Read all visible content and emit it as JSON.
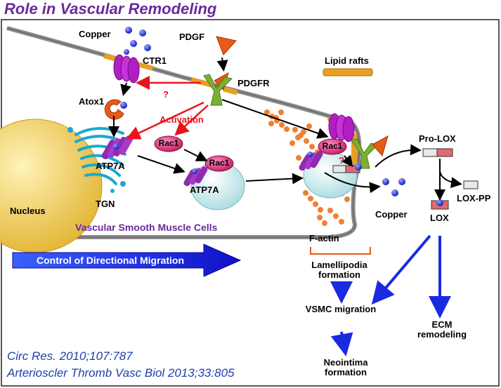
{
  "title": "Role in Vascular Remodeling",
  "labels": {
    "copper_top": "Copper",
    "ctr1": "CTR1",
    "pdgf": "PDGF",
    "pdgfr": "PDGFR",
    "lipid_rafts": "Lipid rafts",
    "atox1": "Atox1",
    "question1": "?",
    "question2": "?",
    "activation": "Activation",
    "rac1_a": "Rac1",
    "rac1_b": "Rac1",
    "rac1_c": "Rac1",
    "atp7a_a": "ATP7A",
    "atp7a_b": "ATP7A",
    "tgn": "TGN",
    "nucleus": "Nucleus",
    "vsmc_cells": "Vascular Smooth Muscle Cells",
    "f_actin": "F-actin",
    "copper_right": "Copper",
    "pro_lox": "Pro-LOX",
    "lox_pp": "LOX-PP",
    "lox": "LOX",
    "directional_migration": "Control of Directional Migration",
    "lamellipodia": "Lamellipodia formation",
    "vsmc_migration": "VSMC migration",
    "ecm_remodeling": "ECM remodeling",
    "neointima": "Neointima formation"
  },
  "citations": [
    "Circ Res. 2010;107:787",
    "Arterioscler Thromb Vasc Biol 2013;33:805"
  ],
  "colors": {
    "title": "#6a2a9c",
    "membrane": "#8c8c8c",
    "lipid_raft": "#e8a020",
    "ctr1": "#b11fc4",
    "atp7a": "#8e2bb0",
    "pdgfr": "#7cb030",
    "pdgf": "#e85a18",
    "rac1": "#e0307a",
    "copper": "#2a3ad8",
    "f_actin": "#f08030",
    "activation_arrow": "#e8141c",
    "migration_arrow": "#1a2ae0",
    "nucleus": "#f2d060",
    "tgn": "#1aa8d0",
    "citation": "#1f3fa8"
  }
}
